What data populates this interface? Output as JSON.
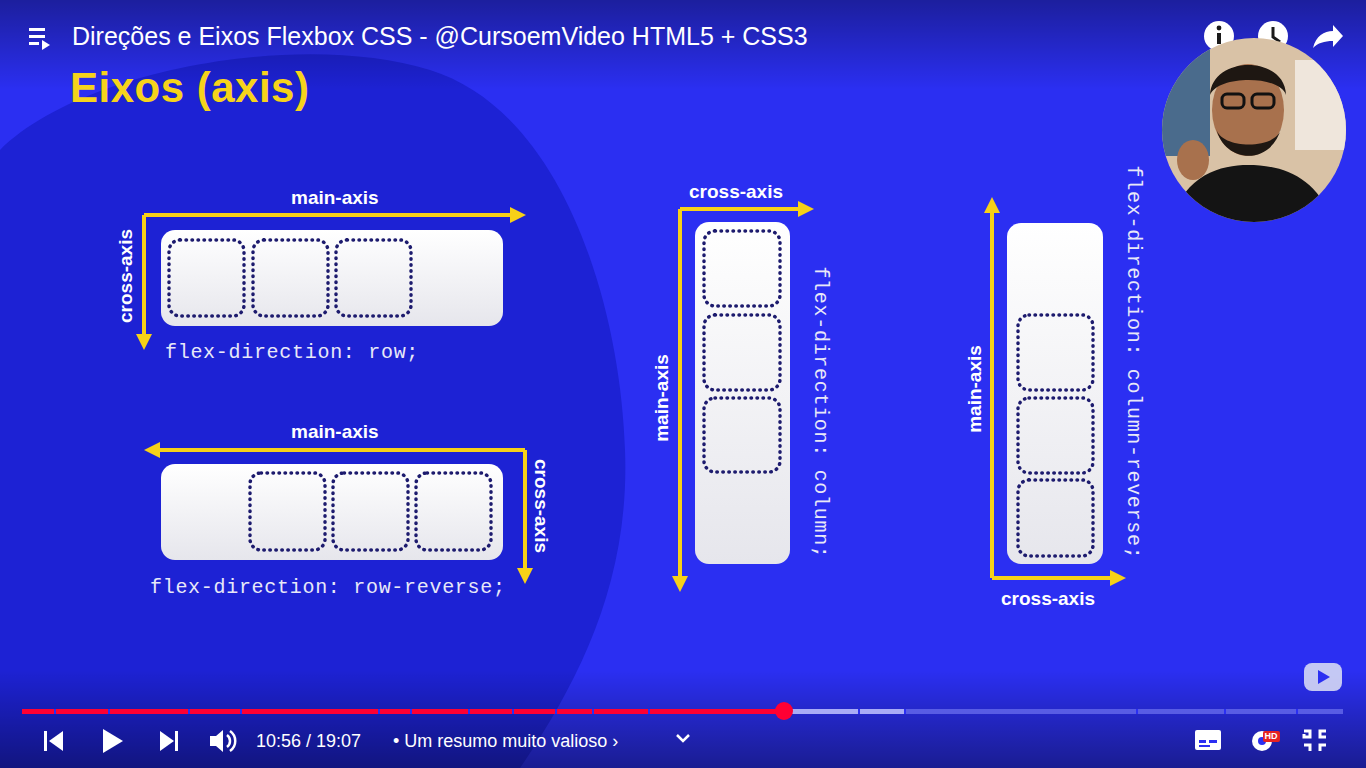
{
  "diagram": {
    "title": "Eixos (axis)",
    "nodes": [
      {
        "text": [
          "flex-direction: row;"
        ]
      },
      {
        "text": [
          "flex-direction: row-reverse;"
        ]
      },
      {
        "text": [
          "flex-direction: column;"
        ]
      },
      {
        "text": [
          "flex-direction: column-reverse;"
        ]
      }
    ],
    "labels": [
      "Direções e Eixos Flexbox CSS - @CursoemVideo HTML5 + CSS3",
      "main-axis",
      "cross-axis",
      "main-axis",
      "cross-axis",
      "cross-axis",
      "main-axis",
      "main-axis",
      "cross-axis",
      "10:56 / 19:07",
      "• Um resumo muito valioso ›",
      "HD"
    ]
  }
}
